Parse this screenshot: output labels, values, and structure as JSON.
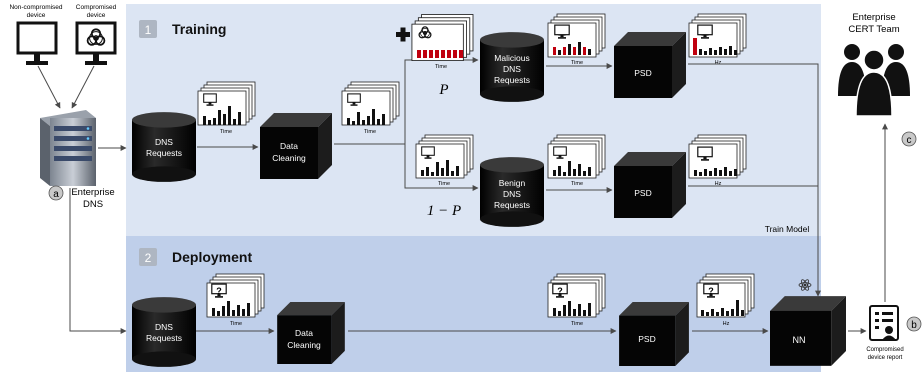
{
  "devices": {
    "non_compromised": [
      "Non-compromised",
      "device"
    ],
    "compromised": [
      "Compromised",
      "device"
    ]
  },
  "enterprise_dns": {
    "label": [
      "Enterprise",
      "DNS"
    ],
    "marker": "a"
  },
  "cert_team": {
    "label": [
      "Enterprise",
      "CERT Team"
    ],
    "marker": "c"
  },
  "report": {
    "label": [
      "Compromised",
      "device report"
    ],
    "marker": "b"
  },
  "training": {
    "number": "1",
    "title": "Training",
    "dns_requests": [
      "DNS",
      "Requests"
    ],
    "data_cleaning": [
      "Data",
      "Cleaning"
    ],
    "malicious": [
      "Malicious",
      "DNS",
      "Requests"
    ],
    "benign": [
      "Benign",
      "DNS",
      "Requests"
    ],
    "psd": "PSD",
    "p_label": "P",
    "one_minus_p": "1 − P",
    "train_model": "Train Model"
  },
  "deployment": {
    "number": "2",
    "title": "Deployment",
    "dns_requests": [
      "DNS",
      "Requests"
    ],
    "data_cleaning": [
      "Data",
      "Cleaning"
    ],
    "psd": "PSD",
    "nn": "NN"
  },
  "axis_labels": {
    "time": "Time",
    "hz": "Hz"
  },
  "colors": {
    "training_bg": "#dce5f3",
    "deployment_bg": "#bfcfea",
    "badge": "#aeb6c2",
    "cube": "#111111",
    "malicious_bar": "#c0000f",
    "arrow": "#4a4a4a"
  },
  "icons": [
    "monitor-icon",
    "biohazard-icon",
    "question-mark-icon",
    "people-icon",
    "report-icon",
    "server-icon",
    "atom-icon",
    "plus-icon"
  ]
}
